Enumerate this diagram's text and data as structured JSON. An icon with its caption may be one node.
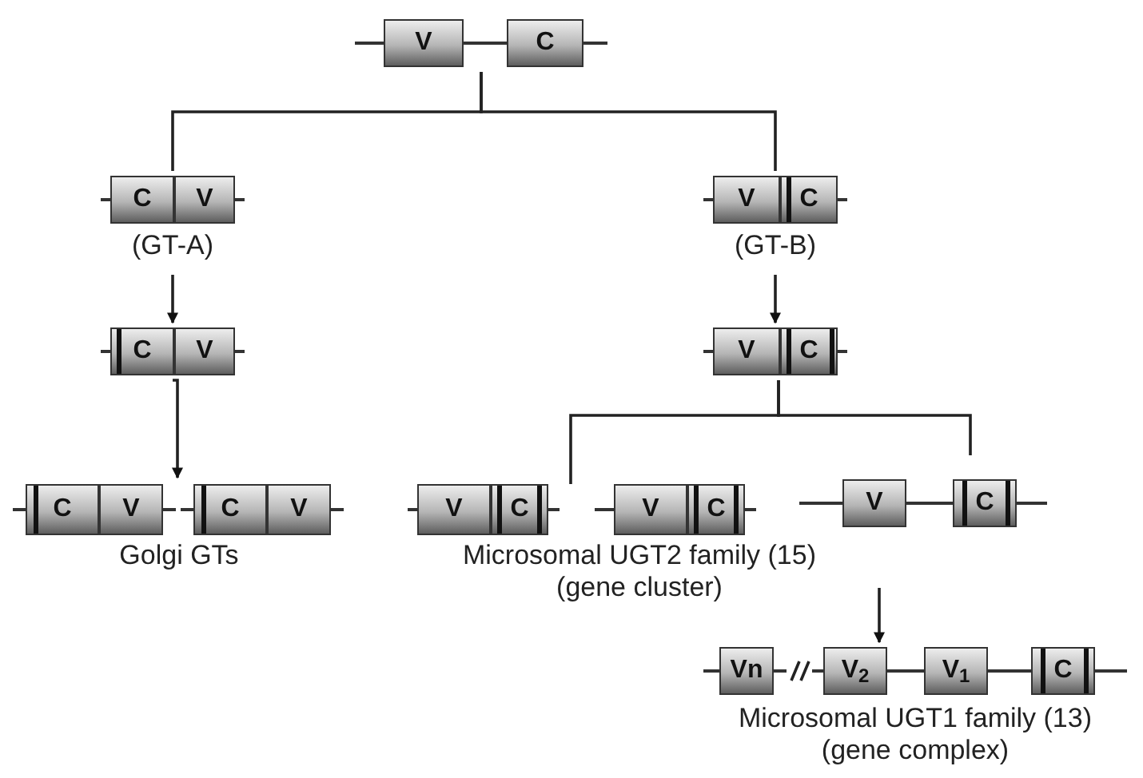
{
  "diagram": {
    "nodes": [
      {
        "text": [
          "V",
          "C"
        ]
      },
      {
        "text": [
          "C",
          "V"
        ],
        "beside": [
          "(GT-A)"
        ]
      },
      {
        "text": [
          "V",
          "C"
        ],
        "beside": [
          "(GT-B)"
        ]
      },
      {
        "text": [
          "C",
          "V"
        ]
      },
      {
        "text": [
          "V",
          "C"
        ]
      },
      {
        "text": [
          "C",
          "V"
        ]
      },
      {
        "text": [
          "C",
          "V"
        ]
      },
      {
        "text": [
          "V",
          "C"
        ]
      },
      {
        "text": [
          "V",
          "C"
        ]
      },
      {
        "text": [
          "V",
          "C"
        ]
      },
      {
        "text": [
          "Vn",
          "V$_{2}$",
          "V$_{1}$",
          "C"
        ],
        "beside": [
          "Microsomal UGT1 family (13) (gene complex)"
        ]
      }
    ],
    "edges": [
      {
        "from": 0,
        "to": 1,
        "arrow": "none"
      },
      {
        "from": 0,
        "to": 2,
        "arrow": "none"
      },
      {
        "from": 1,
        "to": 3,
        "arrow": "to"
      },
      {
        "from": 2,
        "to": 4,
        "arrow": "to"
      },
      {
        "from": 3,
        "to": 5,
        "arrow": "to"
      },
      {
        "from": 3,
        "to": 6,
        "arrow": "to"
      },
      {
        "from": 4,
        "to": 7,
        "arrow": "none"
      },
      {
        "from": 4,
        "to": 8,
        "arrow": "none"
      },
      {
        "from": 4,
        "to": 9,
        "arrow": "none"
      },
      {
        "from": 9,
        "to": 10,
        "arrow": "to"
      }
    ],
    "labels": [
      "Golgi GTs",
      "Microsomal UGT2 family (15) (gene cluster)"
    ]
  }
}
